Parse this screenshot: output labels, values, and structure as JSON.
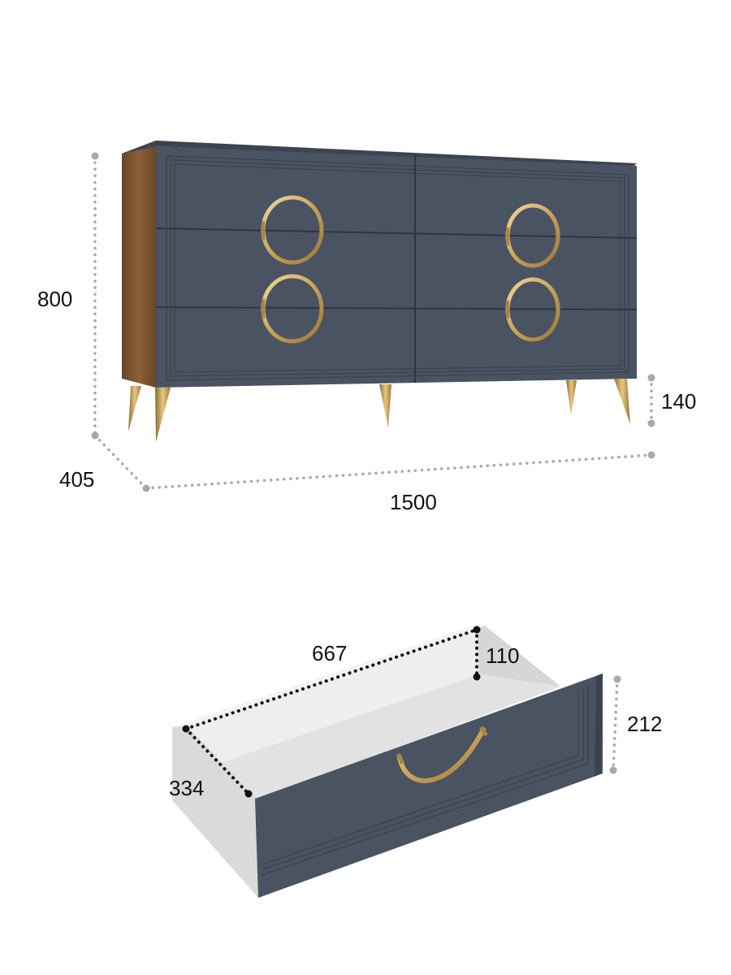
{
  "colors": {
    "panel": "#4a5361",
    "panel_dark": "#3b4350",
    "top_edge": "#3f4756",
    "walnut": "#7a5330",
    "walnut_dark": "#5e3e22",
    "gold": "#d9b770",
    "gold_dark": "#a88543",
    "drawer_inner": "#e4e4e4",
    "drawer_side": "#d4d4d4",
    "dotted_grey": "#a8a8a8",
    "dotted_black": "#111111"
  },
  "dresser": {
    "dimensions": {
      "height": "800",
      "leg_height": "140",
      "depth": "405",
      "width": "1500"
    }
  },
  "drawer": {
    "dimensions": {
      "inner_length": "667",
      "inner_height": "110",
      "inner_depth": "334",
      "front_height": "212"
    }
  }
}
